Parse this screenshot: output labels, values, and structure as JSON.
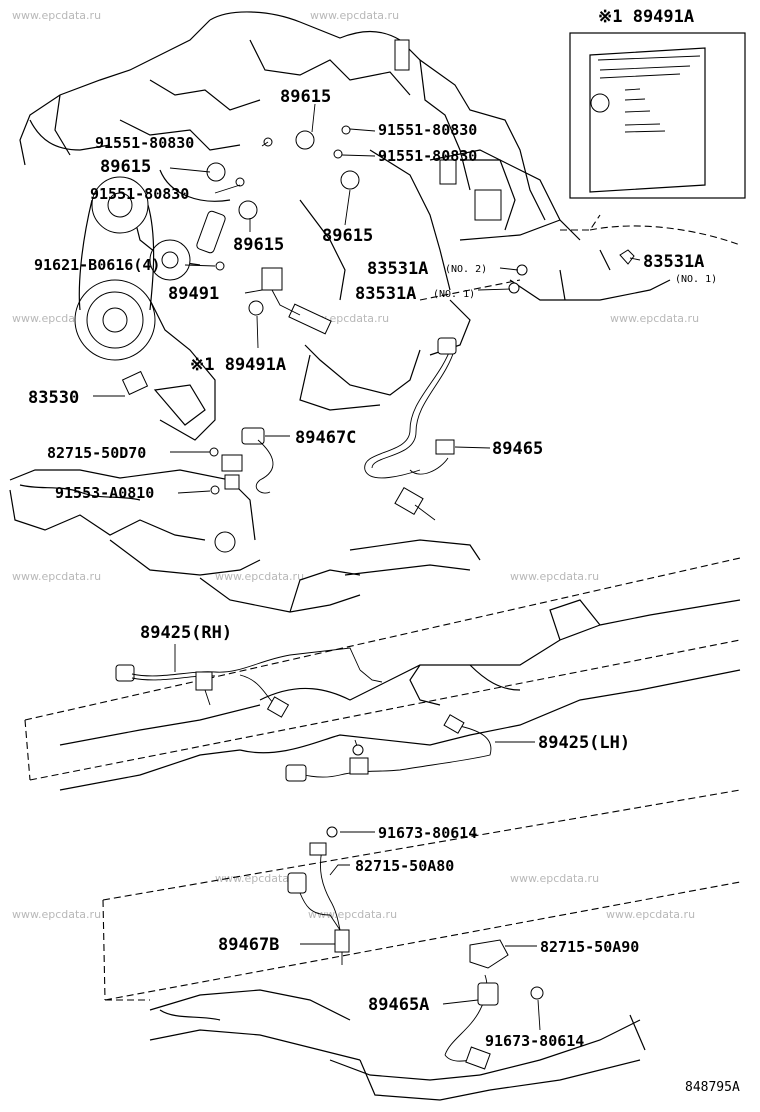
{
  "watermark": "www.epcdata.ru",
  "figure_code": "848795A",
  "labels": {
    "l89491a_top": "※1 89491A",
    "l89615_a": "89615",
    "l91551_a": "91551-80830",
    "l91551_b": "91551-80830",
    "l89615_b": "89615",
    "l91551_c": "91551-80830",
    "l91551_d": "91551-80830",
    "l89615_c": "89615",
    "l89615_d": "89615",
    "l91621": "91621-B0616(4)",
    "l83531a_no2": "83531A",
    "l83531a_no2_sfx": "(NO. 2)",
    "l83531a_r": "83531A",
    "l83531a_r_sfx": "(NO. 1)",
    "l89491": "89491",
    "l83531a_no1": "83531A",
    "l83531a_no1_sfx": "(NO. 1)",
    "l89491a_mid": "※1 89491A",
    "l83530": "83530",
    "l89467c": "89467C",
    "l89465": "89465",
    "l82715_d70": "82715-50D70",
    "l91553": "91553-A0810",
    "l89425_rh": "89425(RH)",
    "l89425_lh": "89425(LH)",
    "l91673_a": "91673-80614",
    "l82715_a80": "82715-50A80",
    "l89467b": "89467B",
    "l82715_a90": "82715-50A90",
    "l89465a": "89465A",
    "l91673_b": "91673-80614"
  }
}
